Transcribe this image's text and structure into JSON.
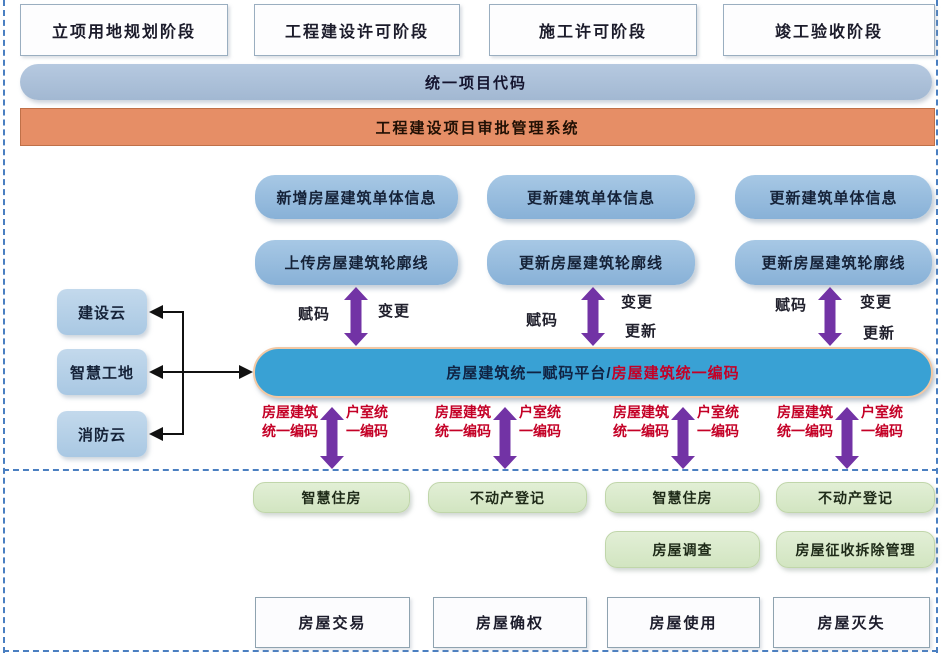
{
  "top_stages": [
    {
      "label": "立项用地规划阶段"
    },
    {
      "label": "工程建设许可阶段"
    },
    {
      "label": "施工许可阶段"
    },
    {
      "label": "竣工验收阶段"
    }
  ],
  "bars": {
    "project_code": "统一项目代码",
    "approval_system": "工程建设项目审批管理系统"
  },
  "mid_columns": [
    {
      "info_box": "新增房屋建筑单体信息",
      "outline_box": "上传房屋建筑轮廓线",
      "arrow_left": "赋码",
      "arrow_right_top": "变更",
      "arrow_right_bottom": ""
    },
    {
      "info_box": "更新建筑单体信息",
      "outline_box": "更新房屋建筑轮廓线",
      "arrow_left": "赋码",
      "arrow_right_top": "变更",
      "arrow_right_bottom": "更新"
    },
    {
      "info_box": "更新建筑单体信息",
      "outline_box": "更新房屋建筑轮廓线",
      "arrow_left": "赋码",
      "arrow_right_top": "变更",
      "arrow_right_bottom": "更新"
    }
  ],
  "left_sources": [
    {
      "label": "建设云"
    },
    {
      "label": "智慧工地"
    },
    {
      "label": "消防云"
    }
  ],
  "platform": {
    "title_dark": "房屋建筑统一赋码平台/",
    "title_red": "房屋建筑统一编码"
  },
  "code_pairs": [
    {
      "building": "房屋建筑统一编码",
      "unit": "户室统一编码"
    },
    {
      "building": "房屋建筑统一编码",
      "unit": "户室统一编码"
    },
    {
      "building": "房屋建筑统一编码",
      "unit": "户室统一编码"
    },
    {
      "building": "房屋建筑统一编码",
      "unit": "户室统一编码"
    }
  ],
  "applications": [
    [
      "智慧住房"
    ],
    [
      "不动产登记"
    ],
    [
      "智慧住房",
      "房屋调查"
    ],
    [
      "不动产登记",
      "房屋征收拆除管理"
    ]
  ],
  "bottom_stages": [
    {
      "label": "房屋交易"
    },
    {
      "label": "房屋确权"
    },
    {
      "label": "房屋使用"
    },
    {
      "label": "房屋灭失"
    }
  ],
  "colors": {
    "mid_blue": "#8fb9dc",
    "platform_blue": "#39a1d4",
    "orange": "#e68e66",
    "purple": "#7233a5",
    "red": "#c40026",
    "green": "#d9e9ca",
    "dashed_border": "#4a7fc1"
  }
}
